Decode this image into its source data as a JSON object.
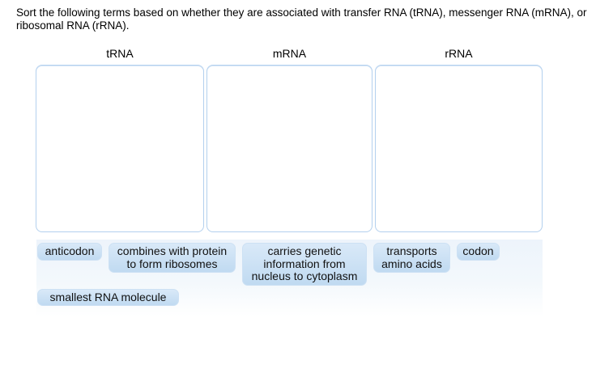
{
  "instruction": "Sort the following terms based on whether they are associated with transfer RNA (tRNA), messenger RNA (mRNA), or ribosomal RNA (rRNA).",
  "bins": [
    {
      "label": "tRNA"
    },
    {
      "label": "mRNA"
    },
    {
      "label": "rRNA"
    }
  ],
  "tray": {
    "chips": [
      {
        "label": "anticodon"
      },
      {
        "label": "combines with protein to form ribosomes"
      },
      {
        "label": "carries genetic information from nucleus to cytoplasm"
      },
      {
        "label": "transports amino acids"
      },
      {
        "label": "codon"
      },
      {
        "label": "smallest RNA molecule"
      }
    ]
  },
  "colors": {
    "chip_gradient_top": "#d9e9f8",
    "chip_gradient_bottom": "#c0daf1",
    "dropzone_border": "#b3d0ee",
    "tray_background": "#edf4fb",
    "text": "#000000"
  }
}
